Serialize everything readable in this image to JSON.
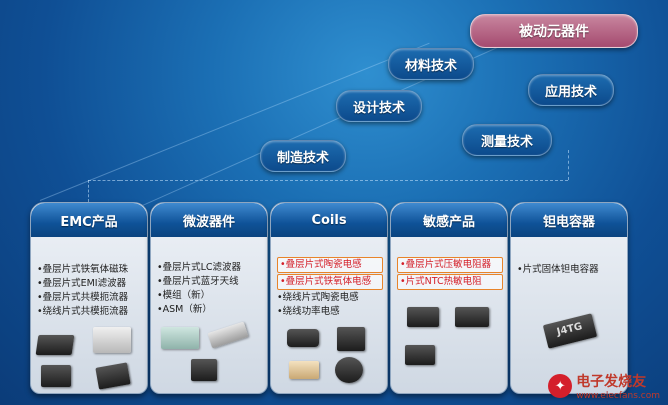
{
  "hierarchy": {
    "root": "被动元器件",
    "branches": [
      "材料技术",
      "应用技术",
      "设计技术",
      "测量技术",
      "制造技术"
    ]
  },
  "categories": [
    {
      "title": "EMC产品",
      "items": [
        "叠层片式铁氧体磁珠",
        "叠层片式EMI滤波器",
        "叠层片式共模扼流器",
        "绕线片式共模扼流器"
      ]
    },
    {
      "title": "微波器件",
      "items": [
        "叠层片式LC滤波器",
        "叠层片式蓝牙天线",
        "模组（新）",
        "ASM（新）"
      ]
    },
    {
      "title": "Coils",
      "items": [
        "叠层片式陶瓷电感",
        "叠层片式铁氧体电感",
        "绕线片式陶瓷电感",
        "绕线功率电感"
      ],
      "highlighted": [
        0,
        1
      ]
    },
    {
      "title": "敏感产品",
      "items": [
        "叠层片式压敏电阻器",
        "片式NTC热敏电阻"
      ],
      "highlighted": [
        0,
        1
      ]
    },
    {
      "title": "钽电容器",
      "items": [
        "片式固体钽电容器"
      ]
    }
  ],
  "component_marking": "J4TG",
  "watermark": {
    "text": "电子发烧友",
    "url": "www.elecfans.com"
  },
  "colors": {
    "background": "#1b6fb4",
    "root_pill": "#b85c80",
    "highlight_text": "#d4202a",
    "highlight_border": "#e8842a"
  }
}
